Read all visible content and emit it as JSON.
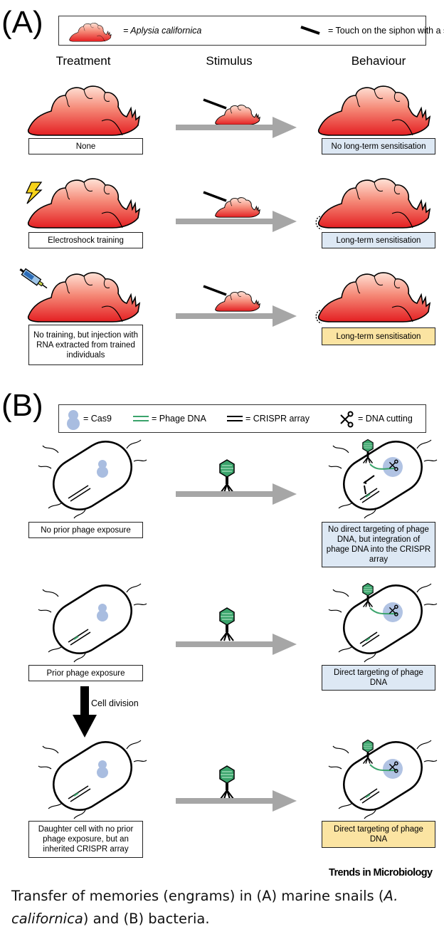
{
  "panelA": {
    "label": "(A)",
    "legend": {
      "snail_text": "= Aplysia californica",
      "stick_text": "= Touch on the siphon with a stick"
    },
    "headers": {
      "treatment": "Treatment",
      "stimulus": "Stimulus",
      "behaviour": "Behaviour"
    },
    "rows": [
      {
        "treatment": "None",
        "behaviour": "No long-term sensitisation"
      },
      {
        "treatment": "Electroshock training",
        "behaviour": "Long-term sensitisation"
      },
      {
        "treatment": "No training, but injection with RNA extracted from trained individuals",
        "behaviour": "Long-term sensitisation"
      }
    ]
  },
  "panelB": {
    "label": "(B)",
    "legend": {
      "cas9": "= Cas9",
      "phage_dna": "= Phage DNA",
      "crispr": "= CRISPR array",
      "cutting": "= DNA cutting"
    },
    "rows": [
      {
        "treatment": "No prior phage exposure",
        "behaviour": "No direct targeting of phage DNA, but integration of phage DNA into the CRISPR array"
      },
      {
        "treatment": "Prior phage exposure",
        "behaviour": "Direct targeting of phage DNA"
      },
      {
        "treatment": "Daughter cell with no prior phage exposure, but an inherited CRISPR array",
        "behaviour": "Direct targeting of phage DNA"
      }
    ],
    "cell_division": "Cell division"
  },
  "brand": "Trends in Microbiology",
  "caption": {
    "p1": "Transfer of memories (engrams) in (A) marine snails (",
    "em1": "A.",
    "line2_em": "californica",
    "p2": ") and (B) bacteria."
  },
  "colors": {
    "snail_red": "#e8252b",
    "cas9_blue": "#a9bde0",
    "phage_green": "#3aa36b",
    "arrow_gray": "#a6a6a6",
    "box_blue": "#dde8f4",
    "box_yellow": "#fbe4a2"
  }
}
